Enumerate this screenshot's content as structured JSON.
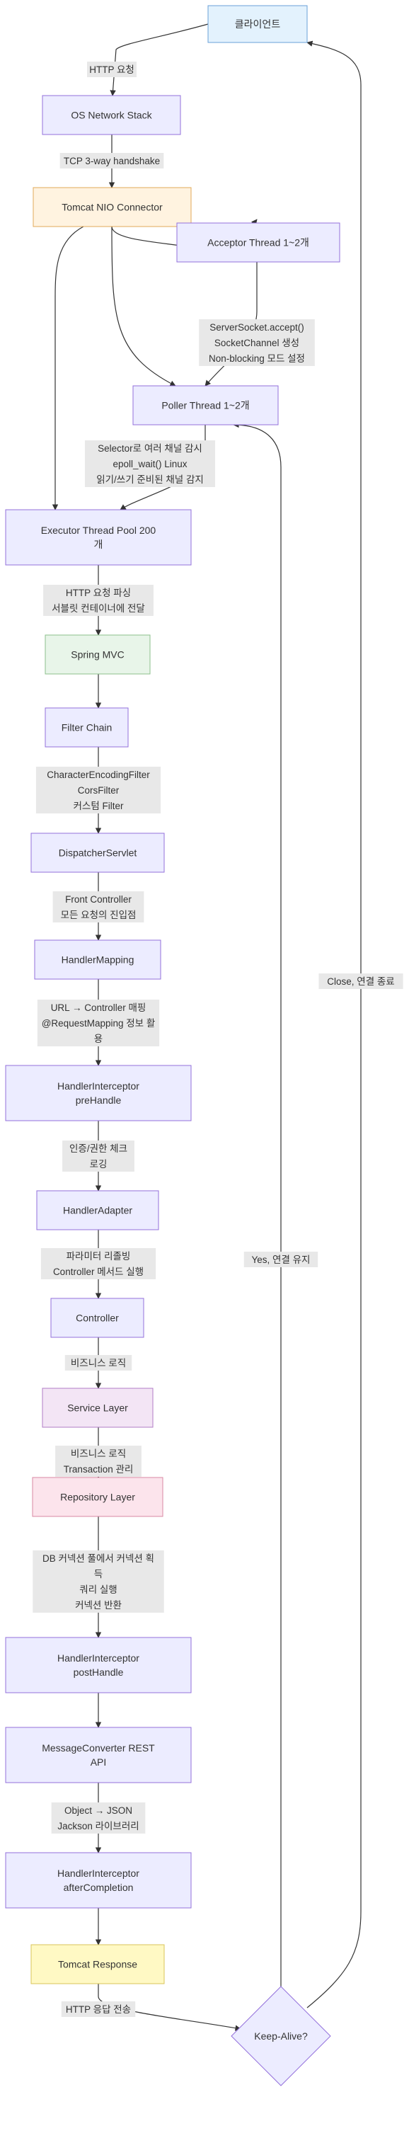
{
  "nodes": {
    "client": "클라이언트",
    "os_network_stack": "OS Network Stack",
    "tomcat_nio_connector": "Tomcat NIO Connector",
    "acceptor_thread": "Acceptor Thread 1~2개",
    "poller_thread": "Poller Thread 1~2개",
    "executor_pool": [
      "Executor Thread Pool 200",
      "개"
    ],
    "spring_mvc": "Spring MVC",
    "filter_chain": "Filter Chain",
    "dispatcher_servlet": "DispatcherServlet",
    "handler_mapping": "HandlerMapping",
    "interceptor_pre": [
      "HandlerInterceptor",
      "preHandle"
    ],
    "handler_adapter": "HandlerAdapter",
    "controller": "Controller",
    "service_layer": "Service Layer",
    "repository_layer": "Repository Layer",
    "interceptor_post": [
      "HandlerInterceptor",
      "postHandle"
    ],
    "message_converter": [
      "MessageConverter REST",
      "API"
    ],
    "interceptor_after": [
      "HandlerInterceptor",
      "afterCompletion"
    ],
    "tomcat_response": "Tomcat Response",
    "keep_alive": "Keep-Alive?"
  },
  "edge_labels": {
    "client_to_os": [
      "HTTP 요청"
    ],
    "os_to_tomcat": [
      "TCP 3-way handshake"
    ],
    "acceptor_to_poller": [
      "ServerSocket.accept()",
      "SocketChannel 생성",
      "Non-blocking 모드 설정"
    ],
    "poller_to_executor": [
      "Selector로 여러 채널 감시",
      "epoll_wait() Linux",
      "읽기/쓰기 준비된 채널 감지"
    ],
    "executor_to_spring": [
      "HTTP 요청 파싱",
      "서블릿 컨테이너에 전달"
    ],
    "filter_to_dispatcher": [
      "CharacterEncodingFilter",
      "CorsFilter",
      "커스텀 Filter"
    ],
    "dispatcher_to_mapping": [
      "Front Controller",
      "모든 요청의 진입점"
    ],
    "mapping_to_pre": [
      "URL → Controller 매핑",
      "@RequestMapping 정보 활",
      "용"
    ],
    "pre_to_adapter": [
      "인증/권한 체크",
      "로깅"
    ],
    "adapter_to_controller": [
      "파라미터 리졸빙",
      "Controller 메서드 실행"
    ],
    "controller_to_service": [
      "비즈니스 로직"
    ],
    "service_to_repository": [
      "비즈니스 로직",
      "Transaction 관리"
    ],
    "repository_to_post": [
      "DB 커넥션 풀에서 커넥션 획",
      "득",
      "쿼리 실행",
      "커넥션 반환"
    ],
    "converter_to_after": [
      "Object → JSON",
      "Jackson 라이브러리"
    ],
    "response_to_keepalive": [
      "HTTP 응답 전송"
    ],
    "keepalive_yes": [
      "Yes, 연결 유지"
    ],
    "keepalive_close": [
      "Close, 연결 종료"
    ]
  },
  "colors": {
    "blue_fill": "#e3f2fd",
    "blue_stroke": "#6aa0d8",
    "purple_fill": "#ececff",
    "purple_stroke": "#9370db",
    "orange_fill": "#fff3e0",
    "orange_stroke": "#e0a85a",
    "green_fill": "#e8f5e9",
    "green_stroke": "#8cc08c",
    "pink_fill": "#f3e5f5",
    "pink_stroke": "#b07cc6",
    "red_fill": "#fce4ec",
    "red_stroke": "#d889a3",
    "yellow_fill": "#fff9c4",
    "yellow_stroke": "#d9c55a"
  }
}
